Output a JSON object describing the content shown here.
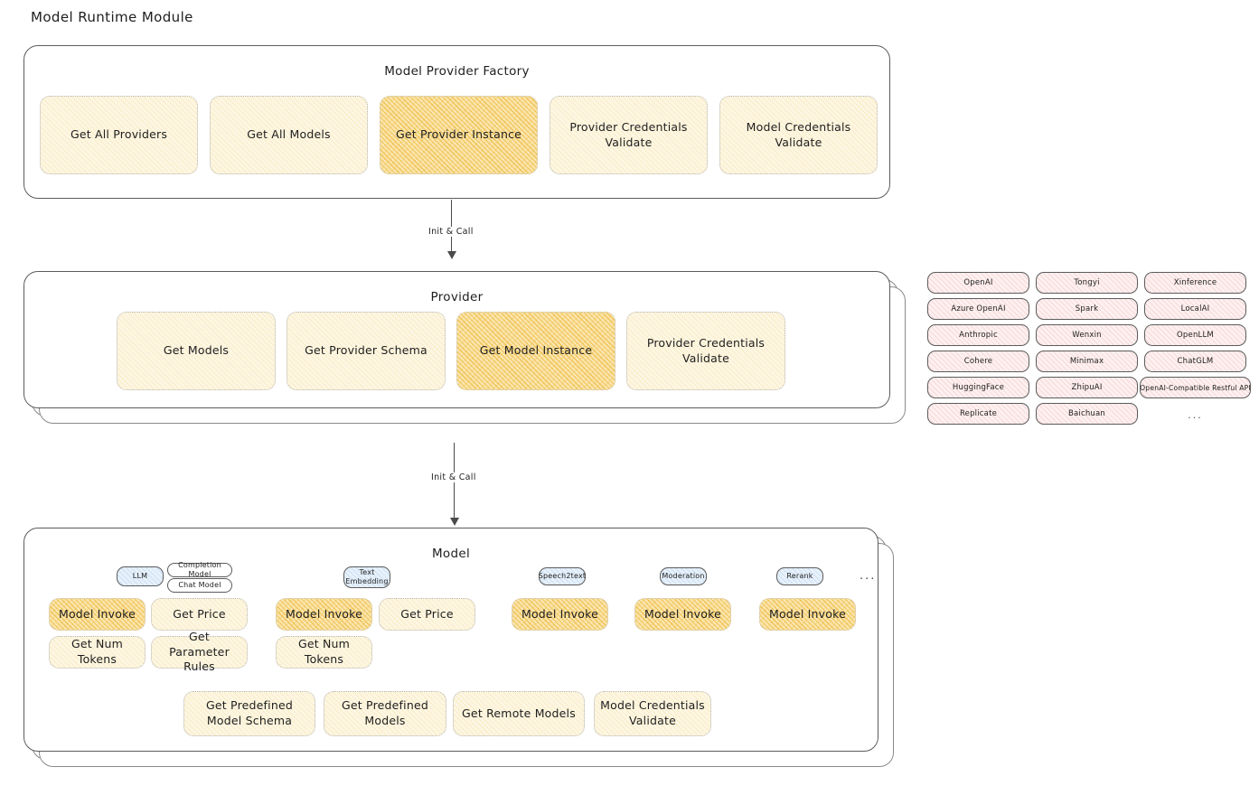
{
  "title": "Model Runtime Module",
  "factory": {
    "title": "Model Provider Factory",
    "boxes": [
      {
        "label": "Get All Providers",
        "emphasis": "light"
      },
      {
        "label": "Get All Models",
        "emphasis": "light"
      },
      {
        "label": "Get Provider Instance",
        "emphasis": "strong"
      },
      {
        "label": "Provider Credentials Validate",
        "emphasis": "light"
      },
      {
        "label": "Model Credentials Validate",
        "emphasis": "light"
      }
    ]
  },
  "arrow1": {
    "label": "Init & Call"
  },
  "provider": {
    "title": "Provider",
    "boxes": [
      {
        "label": "Get Models",
        "emphasis": "light"
      },
      {
        "label": "Get Provider Schema",
        "emphasis": "light"
      },
      {
        "label": "Get Model Instance",
        "emphasis": "strong"
      },
      {
        "label": "Provider Credentials Validate",
        "emphasis": "light"
      }
    ]
  },
  "arrow2": {
    "label": "Init & Call"
  },
  "provider_list": {
    "columns": [
      [
        "OpenAI",
        "Azure OpenAI",
        "Anthropic",
        "Cohere",
        "HuggingFace",
        "Replicate"
      ],
      [
        "Tongyi",
        "Spark",
        "Wenxin",
        "Minimax",
        "ZhipuAI",
        "Baichuan"
      ],
      [
        "Xinference",
        "LocalAI",
        "OpenLLM",
        "ChatGLM",
        "OpenAI-Compatible Restful API",
        "..."
      ]
    ]
  },
  "model": {
    "title": "Model",
    "overflow_ellipsis": "...",
    "types": [
      {
        "badge": "LLM",
        "sub_badges": [
          "Completion Model",
          "Chat Model"
        ],
        "ops": [
          {
            "label": "Model Invoke",
            "emphasis": "strong"
          },
          {
            "label": "Get Price",
            "emphasis": "light"
          },
          {
            "label": "Get Num Tokens",
            "emphasis": "light"
          },
          {
            "label": "Get Parameter Rules",
            "emphasis": "light"
          }
        ]
      },
      {
        "badge": "Text Embedding",
        "sub_badges": [],
        "ops": [
          {
            "label": "Model Invoke",
            "emphasis": "strong"
          },
          {
            "label": "Get Price",
            "emphasis": "light"
          },
          {
            "label": "Get Num Tokens",
            "emphasis": "light"
          }
        ]
      },
      {
        "badge": "Speech2text",
        "sub_badges": [],
        "ops": [
          {
            "label": "Model Invoke",
            "emphasis": "strong"
          }
        ]
      },
      {
        "badge": "Moderation",
        "sub_badges": [],
        "ops": [
          {
            "label": "Model Invoke",
            "emphasis": "strong"
          }
        ]
      },
      {
        "badge": "Rerank",
        "sub_badges": [],
        "ops": [
          {
            "label": "Model Invoke",
            "emphasis": "strong"
          }
        ]
      }
    ],
    "shared_ops": [
      {
        "label": "Get Predefined Model Schema",
        "emphasis": "light"
      },
      {
        "label": "Get Predefined Models",
        "emphasis": "light"
      },
      {
        "label": "Get Remote Models",
        "emphasis": "light"
      },
      {
        "label": "Model Credentials Validate",
        "emphasis": "light"
      }
    ]
  }
}
